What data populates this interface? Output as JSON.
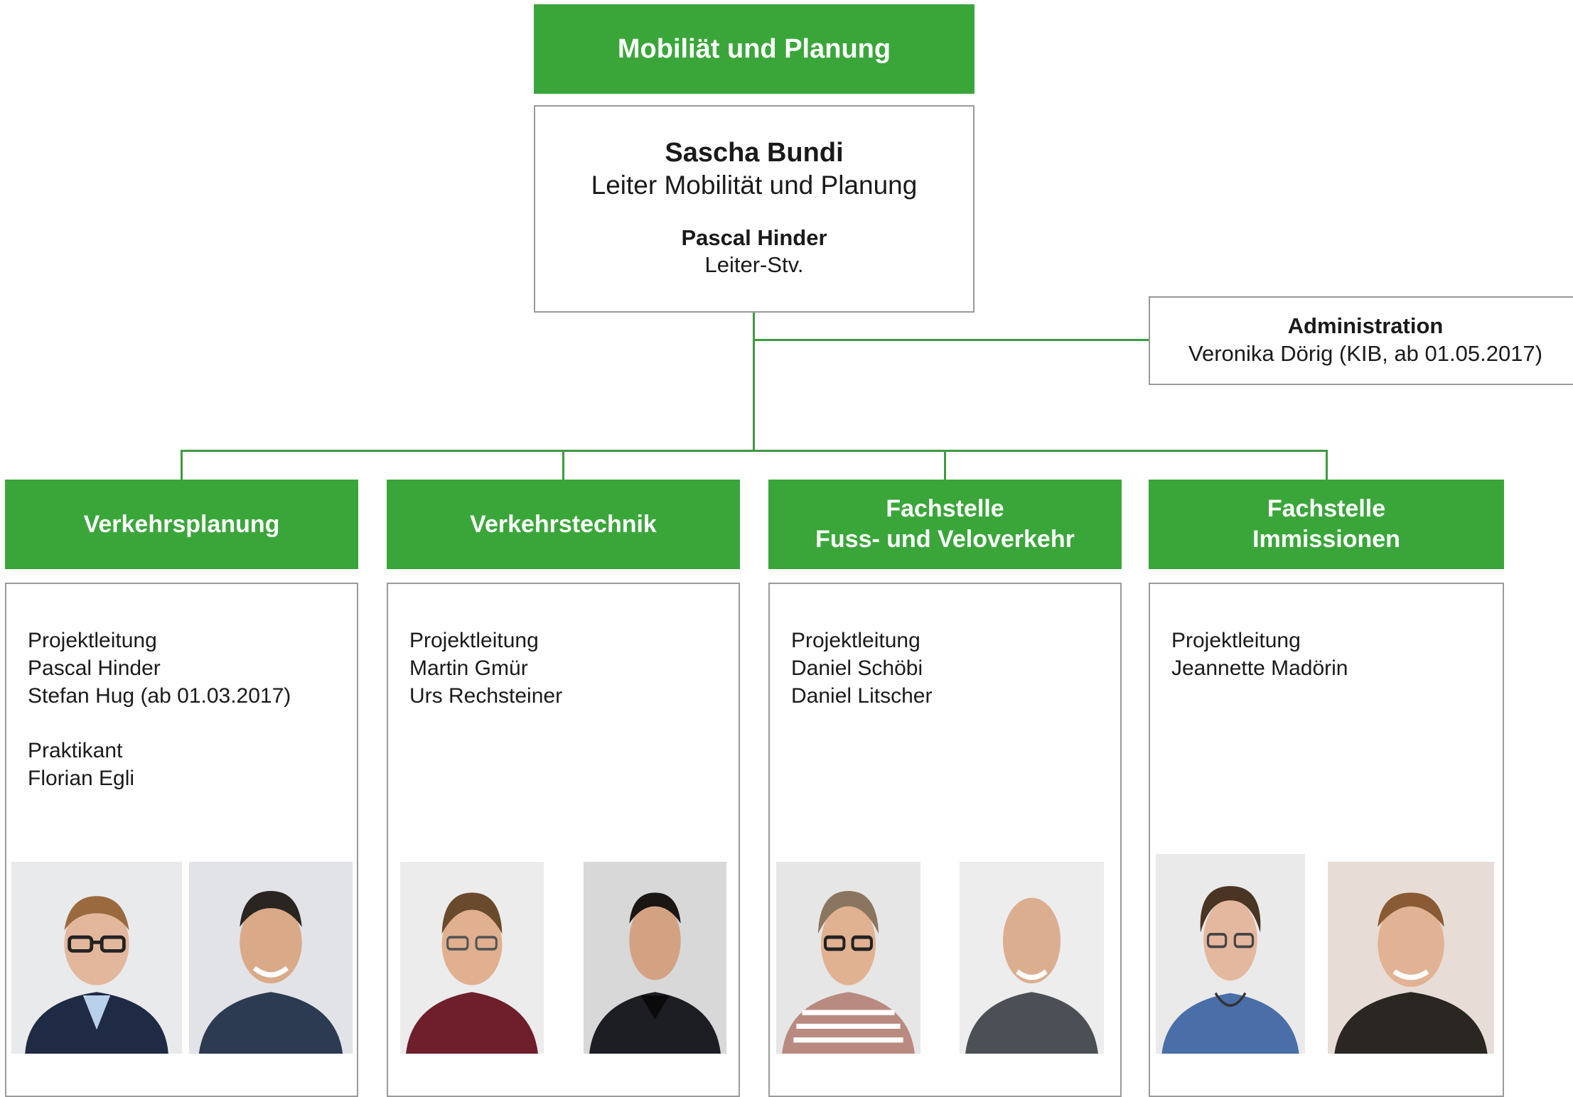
{
  "top": {
    "title": "Mobiliät und Planung",
    "leader_name": "Sascha Bundi",
    "leader_role": "Leiter Mobilität und Planung",
    "deputy_name": "Pascal Hinder",
    "deputy_role": "Leiter-Stv."
  },
  "admin": {
    "title": "Administration",
    "person": "Veronika Dörig (KIB, ab 01.05.2017)"
  },
  "departments": [
    {
      "title_lines": [
        "Verkehrsplanung"
      ],
      "groups": [
        {
          "label": "Projektleitung",
          "members": [
            "Pascal Hinder",
            "Stefan Hug (ab 01.03.2017)"
          ]
        },
        {
          "label": "Praktikant",
          "members": [
            "Florian Egli"
          ]
        }
      ]
    },
    {
      "title_lines": [
        "Verkehrstechnik"
      ],
      "groups": [
        {
          "label": "Projektleitung",
          "members": [
            "Martin Gmür",
            "Urs Rechsteiner"
          ]
        }
      ]
    },
    {
      "title_lines": [
        "Fachstelle",
        "Fuss- und Veloverkehr"
      ],
      "groups": [
        {
          "label": "Projektleitung",
          "members": [
            "Daniel Schöbi",
            "Daniel Litscher"
          ]
        }
      ]
    },
    {
      "title_lines": [
        "Fachstelle",
        "Immissionen"
      ],
      "groups": [
        {
          "label": "Projektleitung",
          "members": [
            "Jeannette Madörin"
          ]
        }
      ]
    }
  ],
  "colors": {
    "header_green": "#3aa63a",
    "connector_green": "#3f9a3f",
    "box_border": "#9a9a9a"
  }
}
